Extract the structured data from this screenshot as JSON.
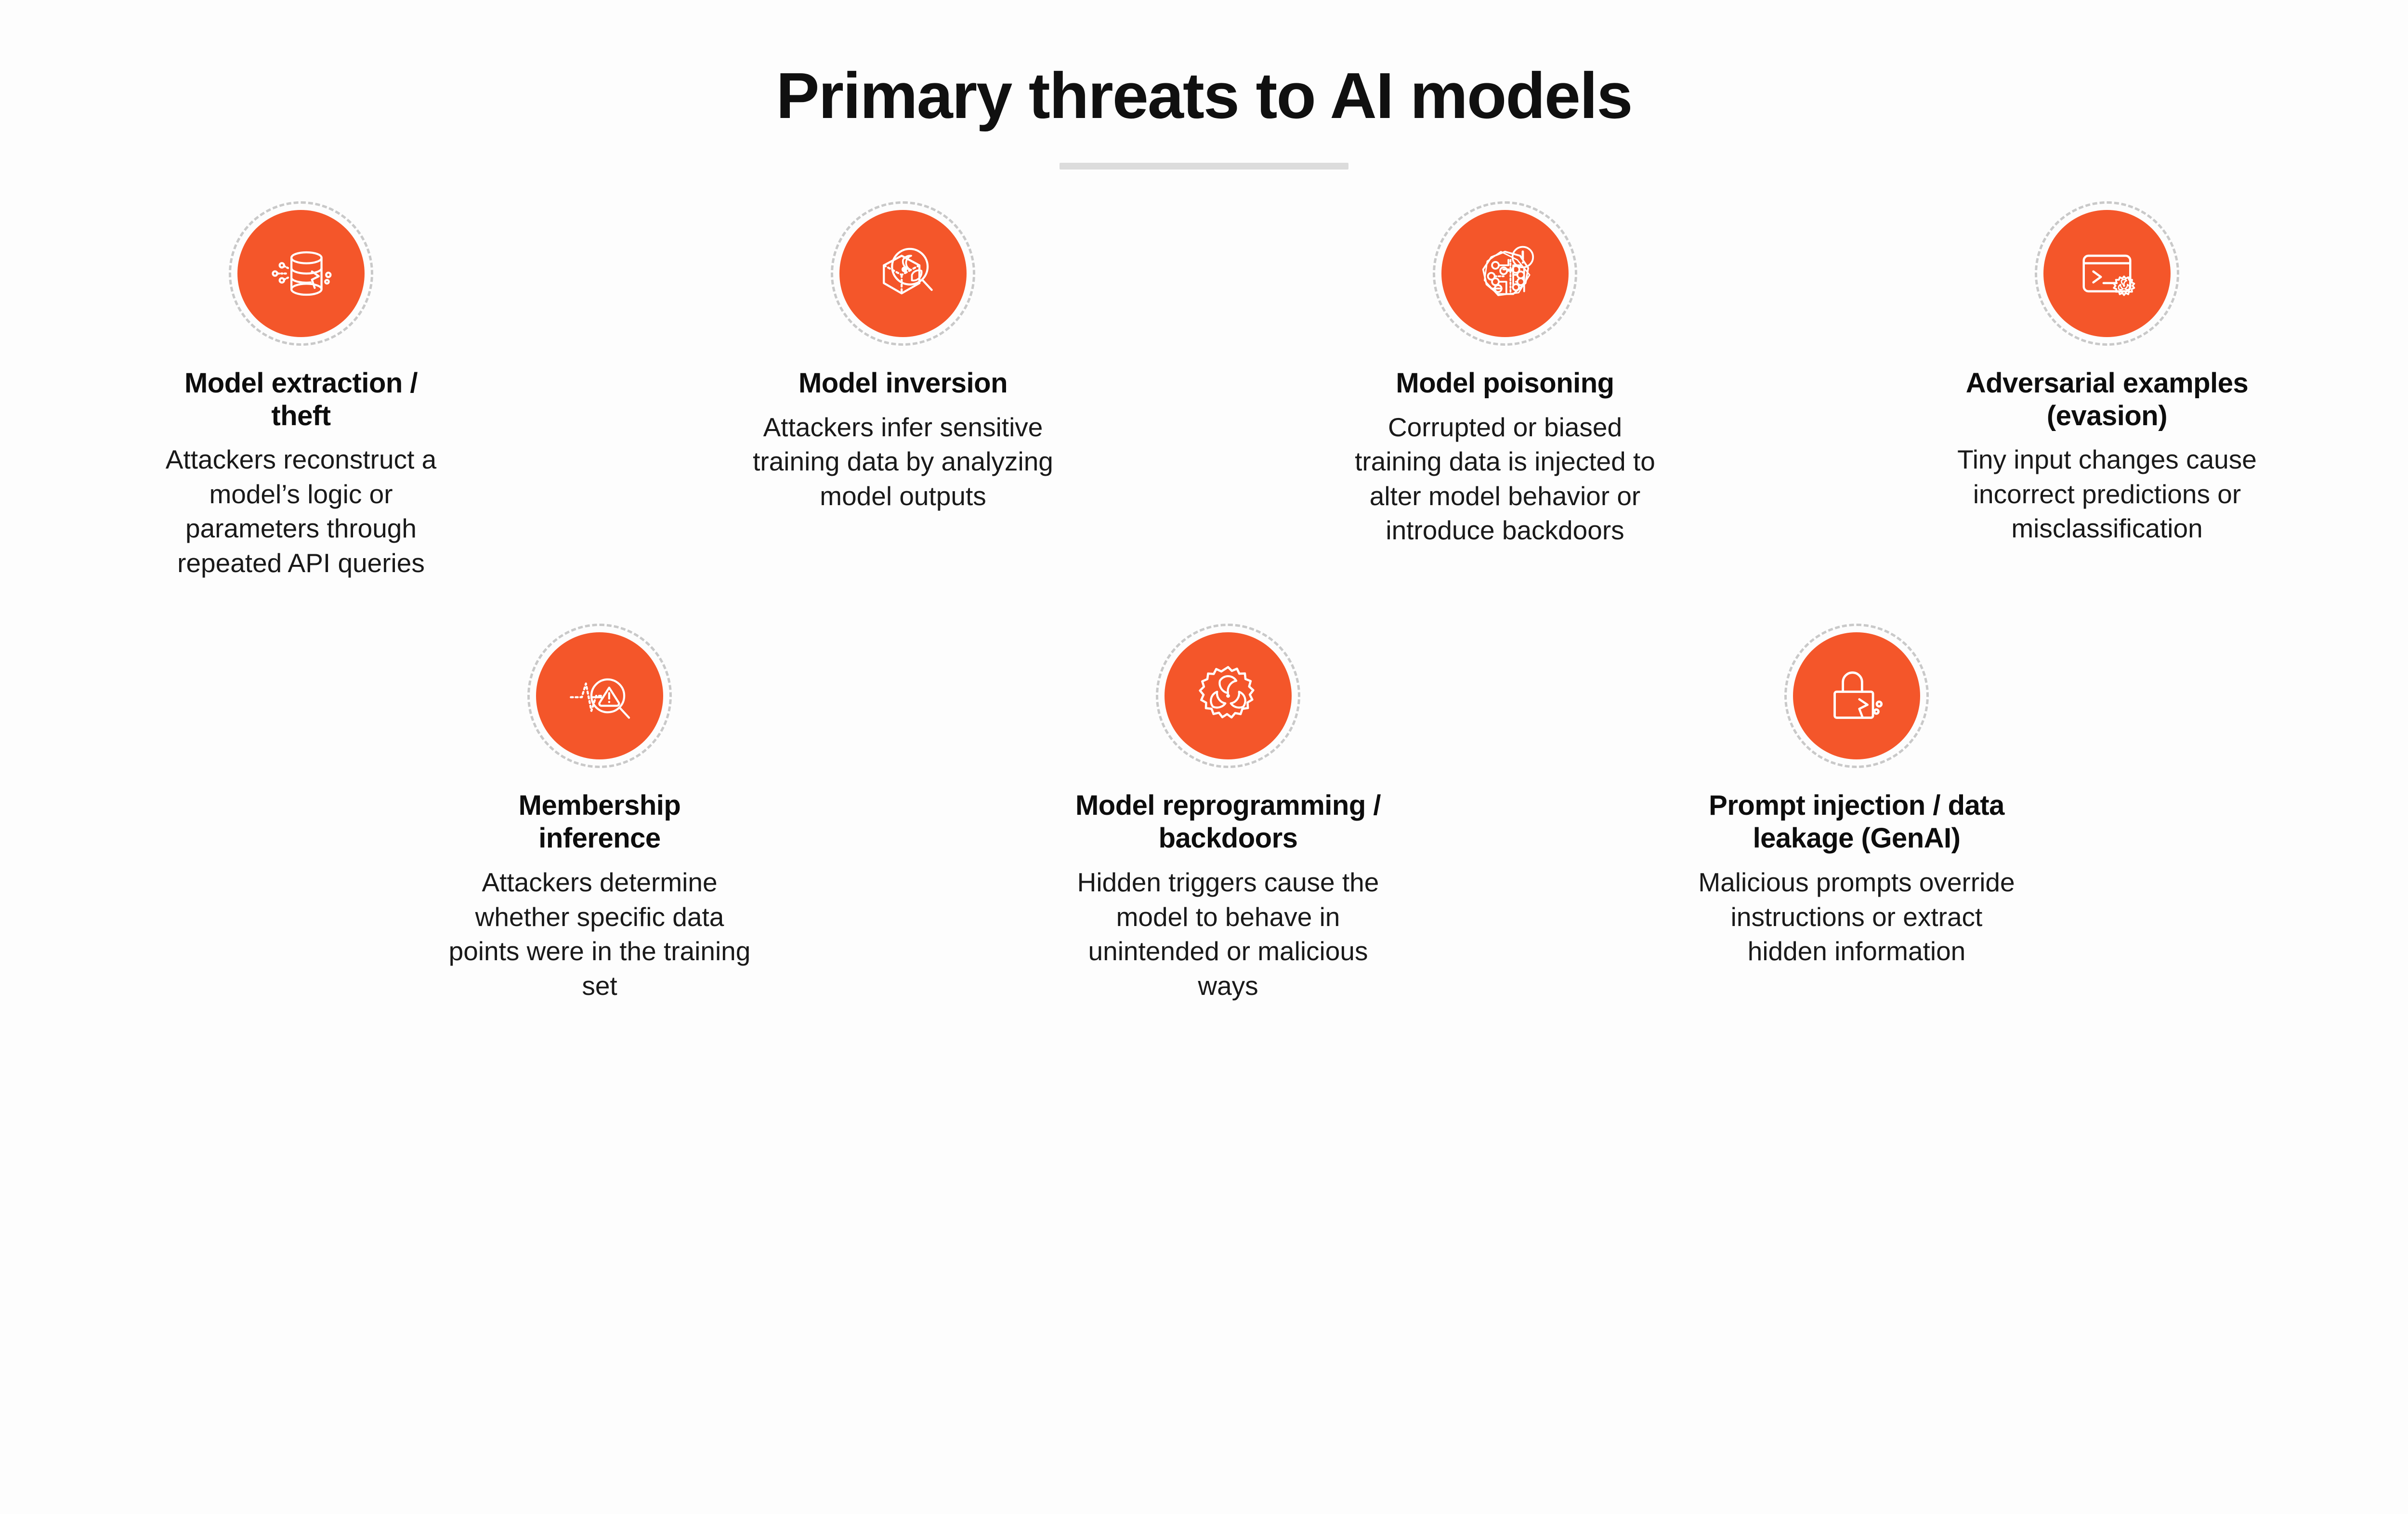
{
  "header": {
    "title": "Primary threats to AI models"
  },
  "colors": {
    "accent": "#F4562A",
    "background": "#FDFDFD",
    "title_text": "#101010",
    "body_text": "#191919",
    "divider": "#DCDCDC",
    "dashed_ring": "#C9C9C9",
    "icon_stroke": "#FFFFFF"
  },
  "rows": [
    {
      "cards": [
        {
          "icon": "database-crack-icon",
          "title": "Model extraction / theft",
          "description": "Attackers reconstruct a model’s logic or parameters through repeated API queries"
        },
        {
          "icon": "magnifier-cube-icon",
          "title": "Model inversion",
          "description": "Attackers infer sensitive training data by analyzing model outputs"
        },
        {
          "icon": "circuit-alert-icon",
          "title": "Model poisoning",
          "description": "Corrupted or biased training data is injected to alter model behavior or introduce backdoors"
        },
        {
          "icon": "terminal-biohazard-icon",
          "title": "Adversarial examples (evasion)",
          "description": "Tiny input changes cause incorrect predictions or misclassification"
        }
      ]
    },
    {
      "cards": [
        {
          "icon": "waveform-magnifier-warning-icon",
          "title": "Membership inference",
          "description": "Attackers determine whether specific data points were in the training set"
        },
        {
          "icon": "gear-biohazard-icon",
          "title": "Model reprogramming / backdoors",
          "description": "Hidden triggers cause the model to behave in unintended or malicious ways"
        },
        {
          "icon": "broken-padlock-icon",
          "title": "Prompt injection / data leakage (GenAI)",
          "description": "Malicious prompts override instructions or extract hidden information"
        }
      ]
    }
  ]
}
